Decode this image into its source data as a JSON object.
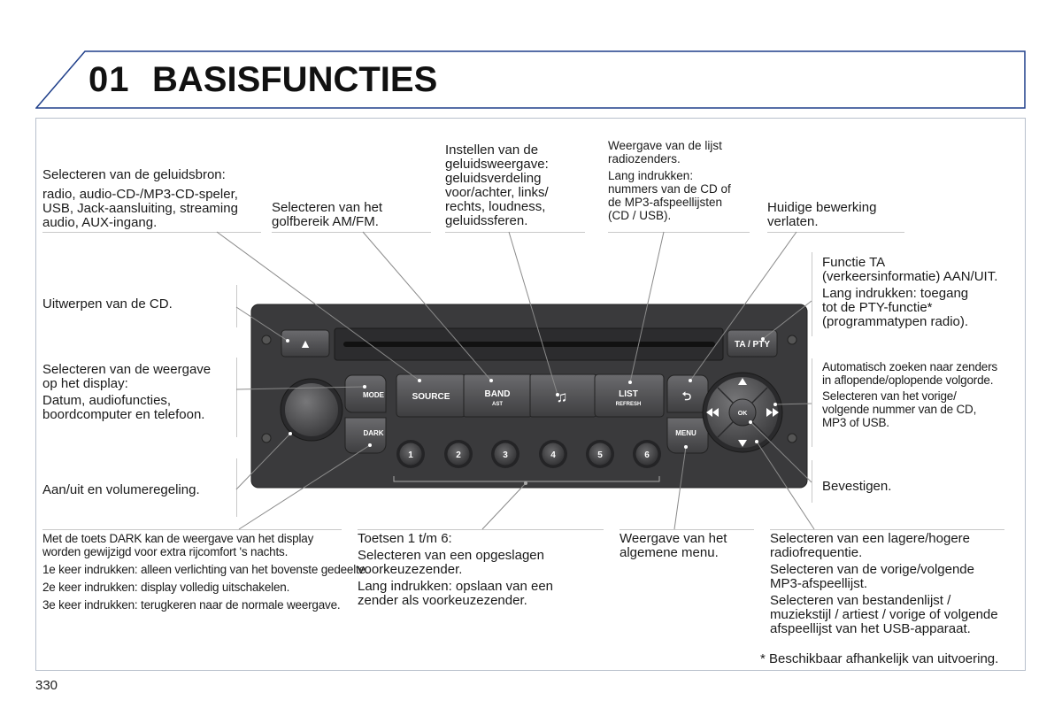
{
  "header": {
    "chapter_number": "01",
    "chapter_title": "BASISFUNCTIES"
  },
  "page_number": "330",
  "footnote": "* Beschikbaar afhankelijk van uitvoering.",
  "radio": {
    "buttons": {
      "eject": "▲",
      "ta_pty": "TA / PTY",
      "mode": "MODE",
      "dark": "DARK",
      "source": "SOURCE",
      "band": "BAND",
      "band_sub": "AST",
      "music": "♫",
      "list": "LIST",
      "list_sub": "REFRESH",
      "back": "⮌",
      "menu": "MENU",
      "ok": "OK",
      "presets": [
        "1",
        "2",
        "3",
        "4",
        "5",
        "6"
      ]
    },
    "colors": {
      "body": "#3b3b3d",
      "panel": "#2f2f31",
      "button": "#5a5a5c",
      "frame": "#9aa7b8"
    }
  },
  "annotations": {
    "source": {
      "line1": "Selecteren van de geluidsbron:",
      "line2": "radio, audio-CD-/MP3-CD-speler,",
      "line3": "USB, Jack-aansluiting, streaming",
      "line4": "audio, AUX-ingang."
    },
    "band": {
      "line1": "Selecteren van het",
      "line2": "golfbereik AM/FM."
    },
    "audio": {
      "line1": "Instellen van de",
      "line2": "geluidsweergave:",
      "line3": "geluidsverdeling",
      "line4": "voor/achter, links/",
      "line5": "rechts, loudness,",
      "line6": "geluidssferen."
    },
    "list": {
      "line1": "Weergave van de lijst",
      "line2": "radiozenders.",
      "line3": "Lang indrukken:",
      "line4": "nummers van de CD of",
      "line5": "de MP3-afspeellijsten",
      "line6": "(CD / USB)."
    },
    "exit": {
      "line1": "Huidige bewerking",
      "line2": "verlaten."
    },
    "ta": {
      "line1": "Functie TA",
      "line2": "(verkeersinformatie) AAN/UIT.",
      "line3": "Lang indrukken: toegang",
      "line4": "tot de PTY-functie*",
      "line5": "(programmatypen radio)."
    },
    "eject": {
      "line1": "Uitwerpen van de CD."
    },
    "display": {
      "line1": "Selecteren van de weergave",
      "line2": "op het display:",
      "line3": "Datum, audiofuncties,",
      "line4": "boordcomputer en telefoon."
    },
    "seek": {
      "line1": "Automatisch zoeken naar zenders",
      "line2": "in aflopende/oplopende volgorde.",
      "line3": "Selecteren van het vorige/",
      "line4": "volgende nummer van de CD,",
      "line5": "MP3 of USB."
    },
    "power": {
      "line1": "Aan/uit en volumeregeling."
    },
    "confirm": {
      "line1": "Bevestigen."
    },
    "dark": {
      "line1": "Met de toets DARK kan de weergave van het display",
      "line2": "worden gewijzigd voor extra rijcomfort 's nachts.",
      "item1": "1e keer indrukken: alleen verlichting van het bovenste gedeelte.",
      "item2": "2e keer indrukken: display volledig uitschakelen.",
      "item3": "3e keer indrukken: terugkeren naar de normale weergave."
    },
    "presets": {
      "line1": "Toetsen 1 t/m 6:",
      "line2": "Selecteren van een opgeslagen",
      "line3": "voorkeuzezender.",
      "line4": "Lang indrukken: opslaan van een",
      "line5": "zender als voorkeuzezender."
    },
    "menu": {
      "line1": "Weergave van het",
      "line2": "algemene menu."
    },
    "updown": {
      "line1": "Selecteren van een lagere/hogere",
      "line2": "radiofrequentie.",
      "line3": "Selecteren van de vorige/volgende",
      "line4": "MP3-afspeellijst.",
      "line5": "Selecteren van bestandenlijst /",
      "line6": "muziekstijl / artiest / vorige of volgende",
      "line7": "afspeellijst van het USB-apparaat."
    }
  }
}
